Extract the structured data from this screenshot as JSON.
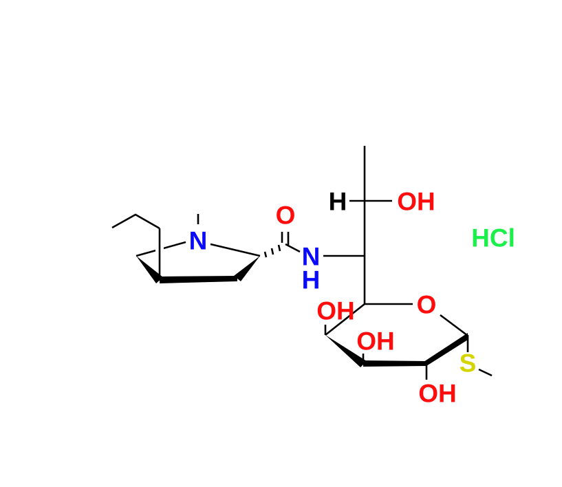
{
  "molecule": {
    "atoms": {
      "n_ring": "N",
      "o_carbonyl": "O",
      "n_amide": "N",
      "h_amide": "H",
      "h_stereo": "H",
      "oh_side": "OH",
      "o_ring": "O",
      "oh_c4": "OH",
      "oh_c3": "OH",
      "oh_c2": "OH",
      "s_thio": "S"
    },
    "salt": "HCl"
  },
  "colors": {
    "nitrogen": "#0a0aff",
    "oxygen": "#ff0d0d",
    "sulfur": "#d4d400",
    "salt": "#1aef4a",
    "bond": "#000000"
  }
}
